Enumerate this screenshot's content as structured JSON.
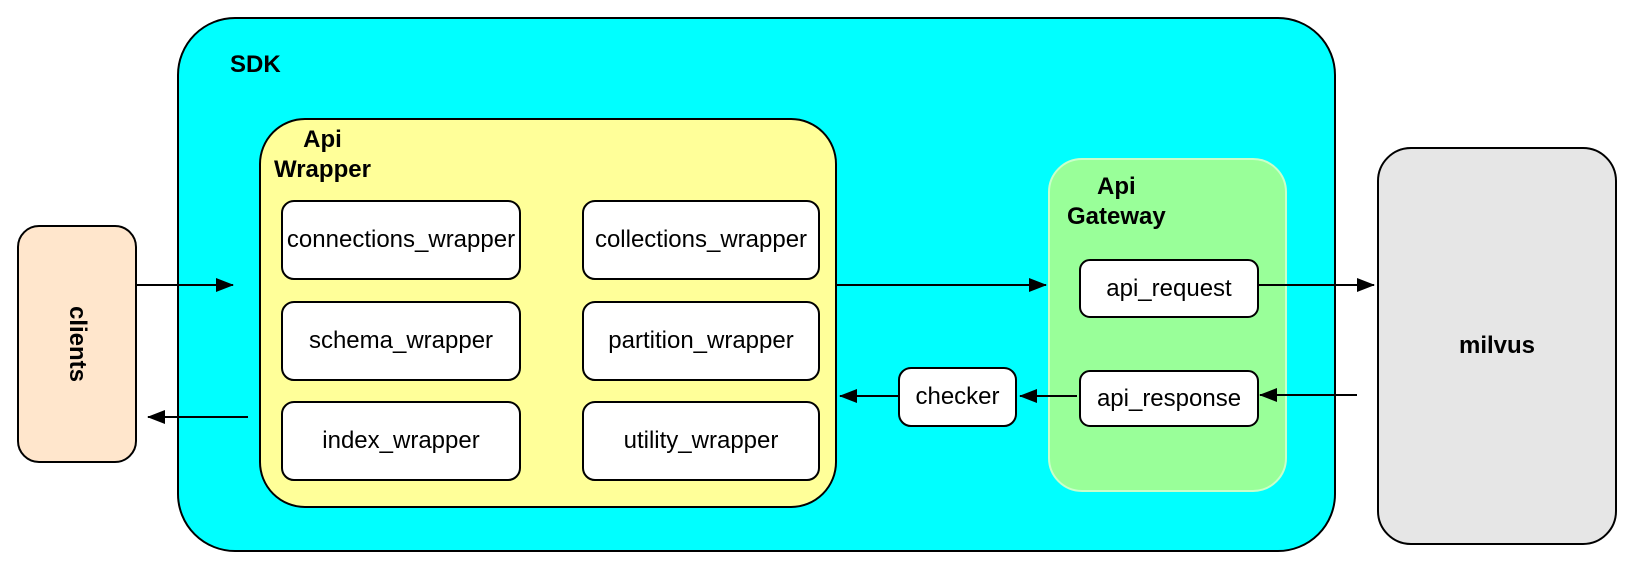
{
  "colors": {
    "canvas_bg": "#FFFFFF",
    "sdk_bg": "#00FFFF",
    "wrapper_bg": "#FFFF99",
    "gateway_bg": "#99FF99",
    "clients_bg": "#FFE6CC",
    "milvus_bg": "#E6E6E6",
    "node_bg": "#FFFFFF",
    "stroke": "#000000"
  },
  "nodes": {
    "clients": {
      "label": "clients"
    },
    "sdk": {
      "label": "SDK"
    },
    "api_wrapper": {
      "label": "Api\nWrapper",
      "children": [
        "connections_wrapper",
        "collections_wrapper",
        "schema_wrapper",
        "partition_wrapper",
        "index_wrapper",
        "utility_wrapper"
      ]
    },
    "api_gateway": {
      "label": "Api\nGateway",
      "children": [
        "api_request",
        "api_response"
      ]
    },
    "checker": {
      "label": "checker"
    },
    "milvus": {
      "label": "milvus"
    }
  },
  "edges": [
    {
      "from": "clients",
      "to": "sdk",
      "direction": "right"
    },
    {
      "from": "api_wrapper",
      "to": "api_gateway",
      "direction": "right"
    },
    {
      "from": "api_request",
      "to": "milvus",
      "direction": "right"
    },
    {
      "from": "milvus",
      "to": "api_response",
      "direction": "left"
    },
    {
      "from": "api_response",
      "to": "checker",
      "direction": "left"
    },
    {
      "from": "checker",
      "to": "api_wrapper",
      "direction": "left"
    },
    {
      "from": "api_wrapper",
      "to": "clients",
      "direction": "left"
    }
  ]
}
